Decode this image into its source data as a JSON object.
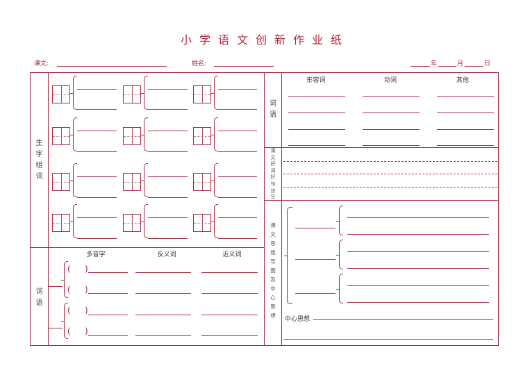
{
  "title": "小学语文创新作业纸",
  "header": {
    "lesson_label": "课文:",
    "name_label": "姓名:",
    "year_label": "年",
    "month_label": "月",
    "day_label": "日"
  },
  "left_panel": {
    "characters_section": {
      "label": "生字组词",
      "label_chars": [
        "生",
        "字",
        "组",
        "词"
      ],
      "grid_rows": 4,
      "grid_cols": 3
    },
    "words_section": {
      "label": "词语",
      "label_chars": [
        "词",
        "语"
      ],
      "columns": [
        "多音字",
        "反义词",
        "近义词"
      ],
      "row_count": 4
    }
  },
  "right_panel": {
    "words_section": {
      "label": "词语",
      "label_chars": [
        "词",
        "语"
      ],
      "columns": [
        "形容词",
        "动词",
        "其他"
      ],
      "line_count": 4
    },
    "sentence_section": {
      "label": "课文好词好句仿写",
      "label_chars": [
        "课",
        "文",
        "好",
        "词",
        "好",
        "句",
        "仿",
        "写"
      ],
      "line_count": 3
    },
    "mindmap_section": {
      "label": "课文思维导图及中心思想",
      "label_chars": [
        "课",
        "文",
        "思",
        "维",
        "导",
        "图",
        "及",
        "中",
        "心",
        "思",
        "想"
      ],
      "central_idea_label": "中心思想"
    }
  },
  "colors": {
    "accent": "#a8283f",
    "title": "#b0283c"
  }
}
